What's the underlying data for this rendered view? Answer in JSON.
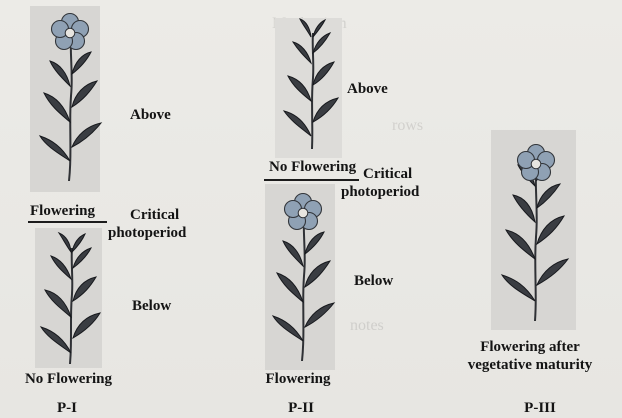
{
  "labels": {
    "p1_above": "Above",
    "p1_flowering": "Flowering",
    "p1_critical": "Critical",
    "p1_photoperiod": "photoperiod",
    "p1_below": "Below",
    "p1_result": "No Flowering",
    "p1_id": "P-I",
    "p2_above": "Above",
    "p2_no_flowering": "No Flowering",
    "p2_critical": "Critical",
    "p2_photoperiod": "photoperiod",
    "p2_below": "Below",
    "p2_result": "Flowering",
    "p2_id": "P-II",
    "p3_line1": "Flowering after",
    "p3_line2": "vegetative maturity",
    "p3_id": "P-III"
  }
}
